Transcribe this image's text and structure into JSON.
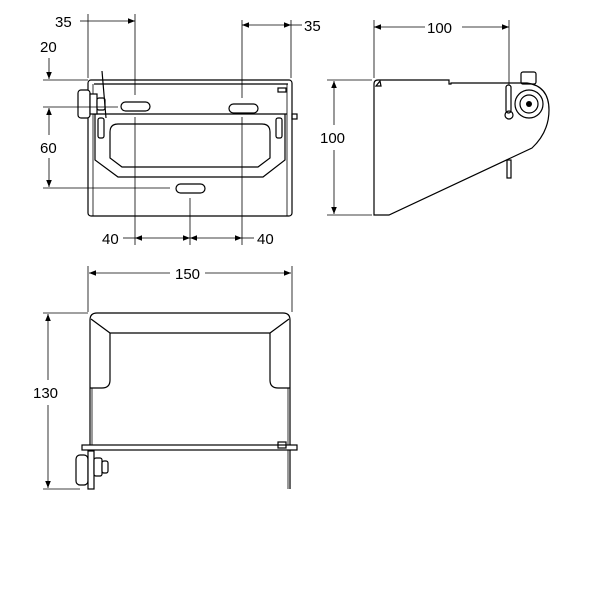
{
  "front_view": {
    "dim_left_offset": "35",
    "dim_right_offset": "35",
    "dim_top_offset": "20",
    "dim_slot_vertical": "60",
    "dim_bottom_left": "40",
    "dim_bottom_right": "40"
  },
  "side_view": {
    "dim_depth": "100",
    "dim_height": "100"
  },
  "top_view": {
    "dim_width": "150",
    "dim_length": "130"
  }
}
